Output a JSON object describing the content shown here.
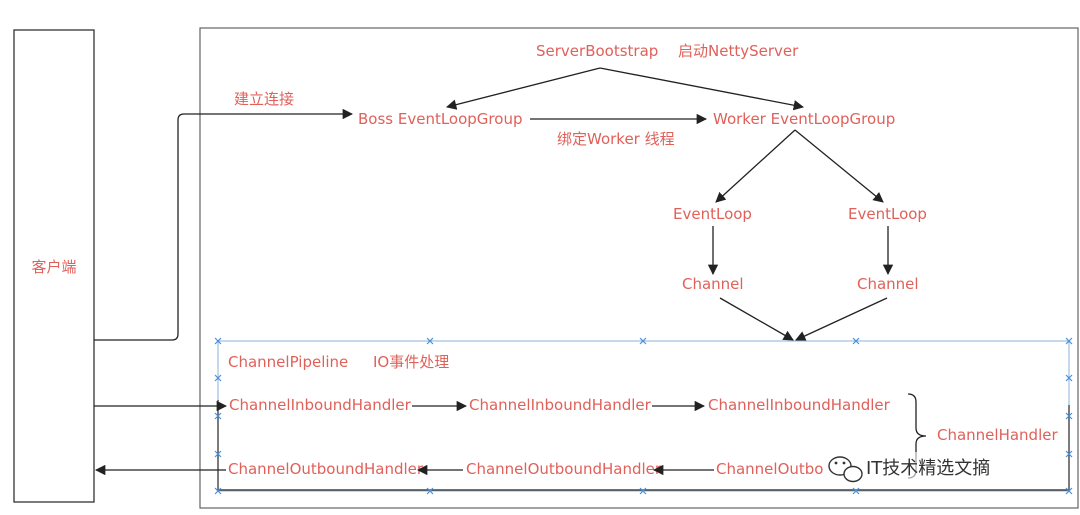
{
  "client": {
    "label": "客户端"
  },
  "nodes": {
    "server_bootstrap": "ServerBootstrap",
    "start_netty_server": "启动NettyServer",
    "boss_group": "Boss EventLoopGroup",
    "worker_group": "Worker EventLoopGroup",
    "event_loop_left": "EventLoop",
    "event_loop_right": "EventLoop",
    "channel_left": "Channel",
    "channel_right": "Channel"
  },
  "edges": {
    "establish_connection": "建立连接",
    "bind_worker_thread": "绑定Worker 线程"
  },
  "pipeline": {
    "title": "ChannelPipeline",
    "io_event": "IO事件处理",
    "inbound": [
      "ChannelInboundHandler",
      "ChannelInboundHandler",
      "ChannelInboundHandler"
    ],
    "outbound": [
      "ChannelOutboundHandler",
      "ChannelOutboundHandler",
      "ChannelOutbo"
    ],
    "channel_handler": "ChannelHandler"
  },
  "watermark": {
    "text": "IT技术精选文摘"
  },
  "colors": {
    "label": "#e0605a",
    "line": "#222222",
    "selection": "#4a90d9"
  }
}
